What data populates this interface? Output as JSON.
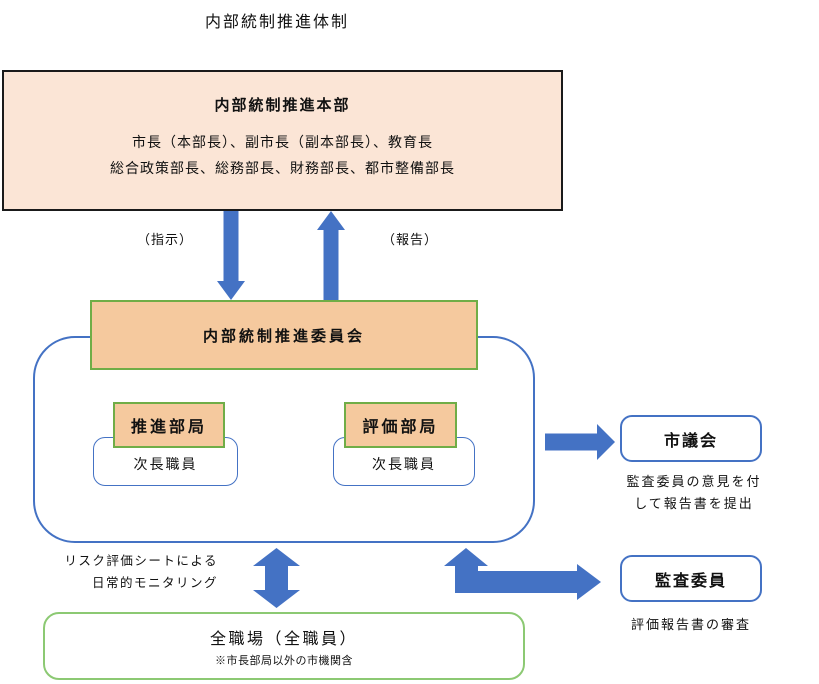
{
  "diagram_title": "内部統制推進体制",
  "headquarters": {
    "title": "内部統制推進本部",
    "members": "市長（本部長）、副市長（副本部長）、教育長\n総合政策部長、総務部長、財務部長、都市整備部長"
  },
  "flow_labels": {
    "instruction": "（指示）",
    "report": "（報告）"
  },
  "committee": {
    "title": "内部統制推進委員会"
  },
  "departments": {
    "promotion": {
      "title": "推進部局",
      "staff": "次長職員"
    },
    "evaluation": {
      "title": "評価部局",
      "staff": "次長職員"
    }
  },
  "city_council": {
    "title": "市議会",
    "note": "監査委員の意見を付\nして報告書を提出"
  },
  "audit_committee": {
    "title": "監査委員",
    "note": "評価報告書の審査"
  },
  "monitoring_note": "リスク評価シートによる\n日常的モニタリング",
  "all_workplaces": {
    "title": "全職場（全職員）",
    "subtitle": "※市長部局以外の市機関含"
  },
  "colors": {
    "arrow_blue": "#4472C4",
    "box_peach": "#FBE5D6",
    "box_orange": "#F5C99E",
    "border_green": "#70AD47",
    "border_green_light": "#8CC973",
    "border_black": "#1a1a1a"
  }
}
